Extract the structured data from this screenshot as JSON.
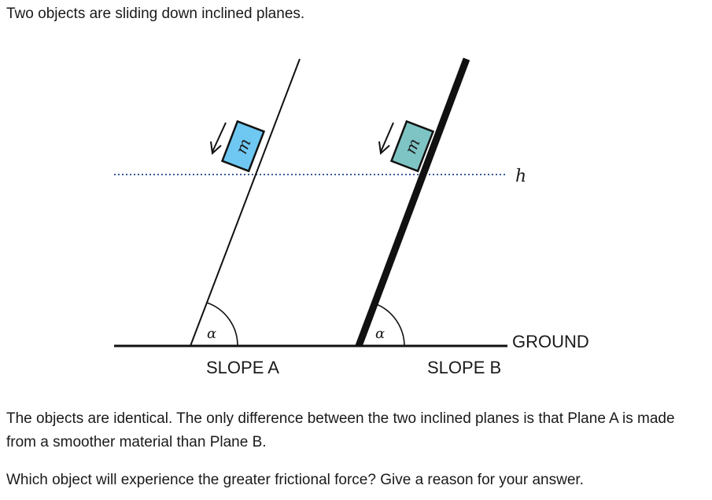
{
  "intro": "Two objects are sliding down inclined planes.",
  "diagram": {
    "mass_label": "m",
    "angle_label": "α",
    "height_label": "h",
    "ground_label": "GROUND",
    "slope_a_label": "SLOPE A",
    "slope_b_label": "SLOPE B",
    "colors": {
      "block_a": "#6ec8f2",
      "block_b": "#7fc4c4",
      "line": "#111111"
    }
  },
  "paragraph1": "The objects are identical. The only difference between the two inclined planes is that Plane A is made from a smoother material than Plane B.",
  "paragraph2": "Which object will experience the greater frictional force? Give a reason for your answer."
}
